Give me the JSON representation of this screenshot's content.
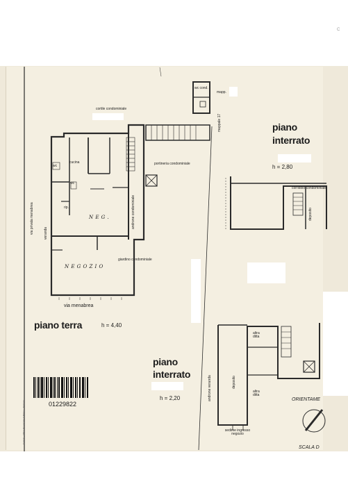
{
  "labels": {
    "cortile": "cortile condominiale",
    "via_privata": "via privata menabrea",
    "veranda": "veranda",
    "wc": "wc",
    "cucina": "cucina",
    "rip": "rip.",
    "neg_room": "N E G .",
    "negozio_room": "N E G O Z I O",
    "portineria": "portineria condominiale",
    "androne": "androne condominiale",
    "giardino": "giardino condominiale",
    "via_menabrea": "via menabrea",
    "wc_cond": "wc cond.",
    "mapp": "mapp.",
    "mappale": "mappale 17",
    "corridoio": "corridoio condominiale",
    "deposito": "deposito",
    "altra_ditta_1": "altra ditta",
    "altra_ditta_2": "altra ditta",
    "androne_veranda": "androne veranda",
    "sedime_ingresso": "sedime ingresso negozio",
    "orientamento": "ORIENTAME",
    "scala": "SCALA D"
  },
  "floors": {
    "piano_terra": {
      "title": "piano terra",
      "h": "h = 4,40"
    },
    "interrato_1": {
      "title_1": "piano",
      "title_2": "interrato",
      "h": "h = 2,80"
    },
    "interrato_2": {
      "title_1": "piano",
      "title_2": "interrato",
      "h": "h = 2,20"
    }
  },
  "barcode": {
    "number": "01229822"
  },
  "corner_mark": "C",
  "sidebar_text": "Catasto - Ufficio Provinciale di Milano - Territorio",
  "colors": {
    "paper": "#f4efe1",
    "ink": "#1b1b1b",
    "mask": "#ffffff"
  }
}
